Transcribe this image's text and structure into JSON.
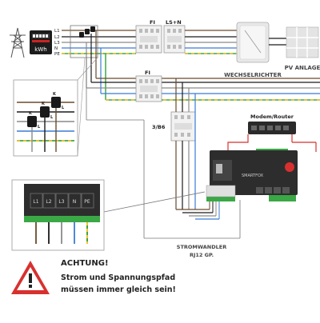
{
  "meter": {
    "label": "kWh"
  },
  "lines": [
    "L1",
    "L2",
    "L3",
    "N",
    "PE"
  ],
  "breakers": {
    "fi_top": "FI",
    "ls_n": "LS+N",
    "fi_mid": "FI",
    "b6": "3/B6"
  },
  "inverter": {
    "label": "WECHSELRICHTER"
  },
  "pv": {
    "label": "PV ANLAGE"
  },
  "router": {
    "label": "Modem/Router"
  },
  "smartfox": {
    "brand": "SMARTFOX"
  },
  "current_transformer": {
    "label_line1": "STROMWANDLER",
    "label_line2": "RJ12 GP."
  },
  "ct_markers": [
    "K",
    "L"
  ],
  "terminal": {
    "labels": [
      "L1",
      "L2",
      "L3",
      "N",
      "PE"
    ]
  },
  "warning": {
    "title": "ACHTUNG!",
    "line1": "Strom und Spannungspfad",
    "line2": "müssen immer gleich sein!"
  },
  "colors": {
    "L1": "#6b4a2b",
    "L2": "#1a1a1a",
    "L3": "#8a8a8a",
    "N": "#3a7bd5",
    "PE_green": "#3aa845",
    "PE_yellow": "#f2c12e",
    "warning_red": "#d7312f"
  }
}
